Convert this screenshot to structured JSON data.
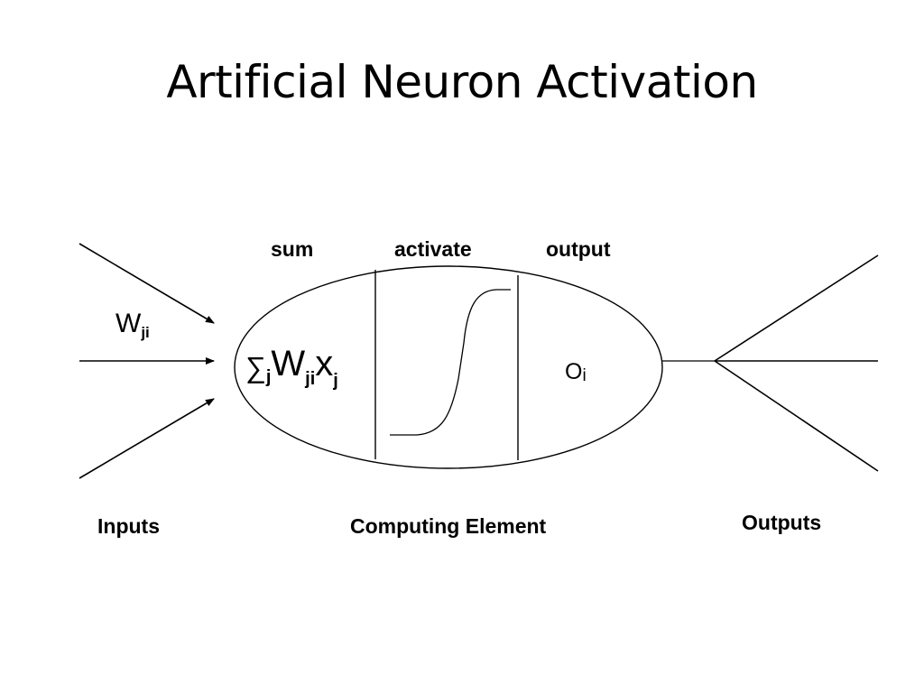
{
  "slide": {
    "title": "Artificial Neuron Activation"
  },
  "diagram": {
    "stage_labels": {
      "sum": "sum",
      "activate": "activate",
      "output": "output"
    },
    "weight": {
      "main": "W",
      "sub": "ji"
    },
    "formula": {
      "sigma": "∑",
      "sigma_sub": "j",
      "w": "W",
      "w_sub": "ji",
      "x": "x",
      "x_sub": "j"
    },
    "output_symbol": {
      "main": "O",
      "sub": "i"
    },
    "bottom_labels": {
      "inputs": "Inputs",
      "computing_element": "Computing Element",
      "outputs": "Outputs"
    }
  }
}
